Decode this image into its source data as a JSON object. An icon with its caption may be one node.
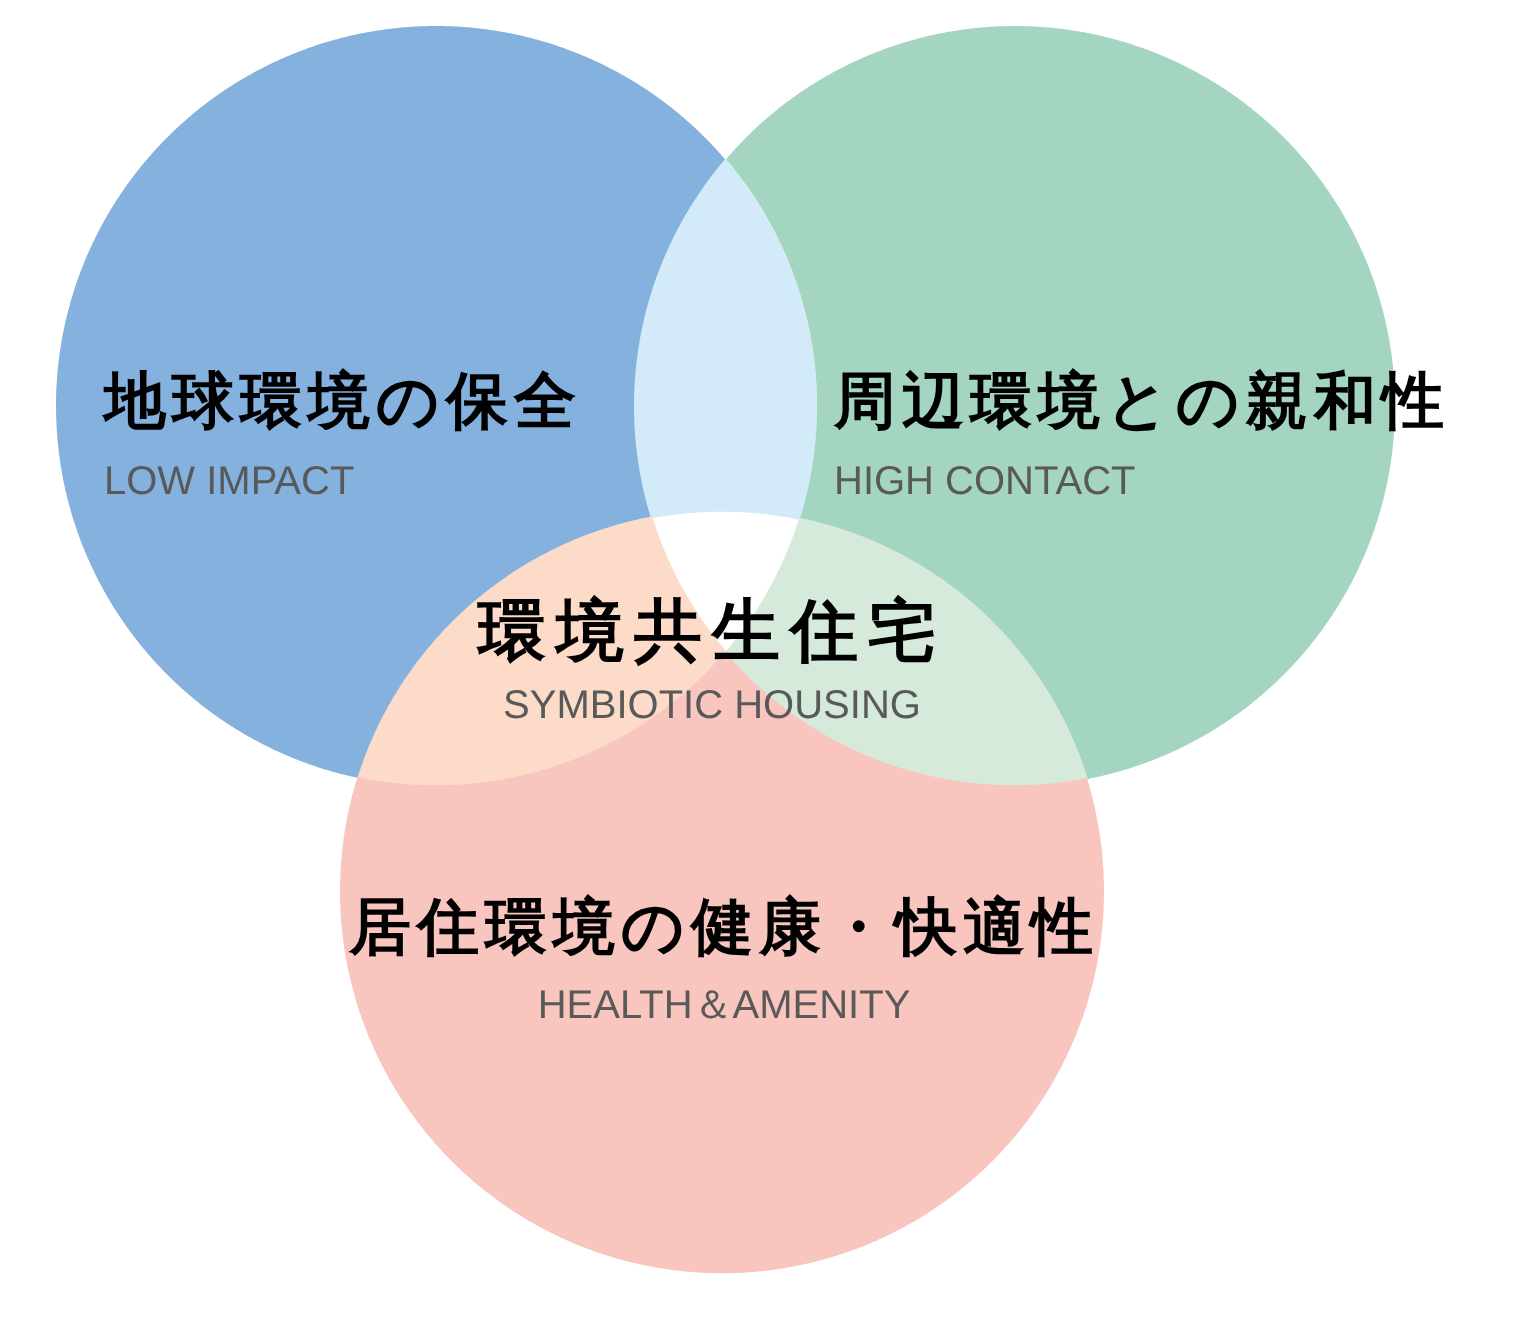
{
  "diagram": {
    "nodes": [
      {
        "text": [
          "地球環境の保全",
          "LOW IMPACT"
        ]
      },
      {
        "text": [
          "周辺環境との親和性",
          "HIGH CONTACT"
        ]
      },
      {
        "text": [
          "居住環境の健康・快適性",
          "HEALTH＆AMENITY"
        ]
      },
      {
        "text": [],
        "shape": "lens"
      },
      {
        "text": [],
        "shape": "lens"
      },
      {
        "text": [],
        "shape": "lens"
      }
    ],
    "labels": [
      "環境共生住宅",
      "SYMBIOTIC HOUSING"
    ]
  }
}
